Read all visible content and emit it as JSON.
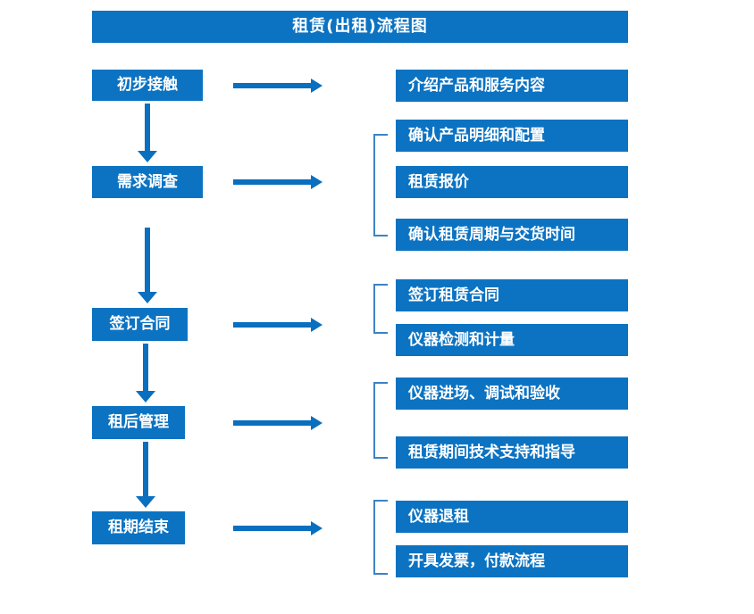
{
  "chart_data": {
    "type": "diagram",
    "title": "租赁(出租)流程图",
    "diagram_kind": "flowchart",
    "orientation": "vertical-main-with-horizontal-branches",
    "stages": [
      {
        "id": "stage-1",
        "label": "初步接触",
        "details": [
          "介绍产品和服务内容"
        ],
        "bracketed": false
      },
      {
        "id": "stage-2",
        "label": "需求调查",
        "details": [
          "确认产品明细和配置",
          "租赁报价",
          "确认租赁周期与交货时间"
        ],
        "bracketed": true
      },
      {
        "id": "stage-3",
        "label": "签订合同",
        "details": [
          "签订租赁合同",
          "仪器检测和计量"
        ],
        "bracketed": true
      },
      {
        "id": "stage-4",
        "label": "租后管理",
        "details": [
          "仪器进场、调试和验收",
          "租赁期间技术支持和指导"
        ],
        "bracketed": true
      },
      {
        "id": "stage-5",
        "label": "租期结束",
        "details": [
          "仪器退租",
          "开具发票，付款流程"
        ],
        "bracketed": true
      }
    ],
    "connectors": {
      "vertical_count": 4,
      "horizontal_count": 5,
      "bracket_count": 4
    },
    "colors": {
      "box_fill": "#0C73C2",
      "box_text": "#FFFFFF",
      "title_fill": "#0C73C2",
      "arrow": "#0A6FBF",
      "bracket": "#3D82C4",
      "background": "#FFFFFF"
    }
  },
  "header": {
    "title": "租赁(出租)流程图"
  },
  "flow": {
    "stage_labels": {
      "s1": "初步接触",
      "s2": "需求调查",
      "s3": "签订合同",
      "s4": "租后管理",
      "s5": "租期结束"
    },
    "detail_labels": {
      "d1": "介绍产品和服务内容",
      "d2": "确认产品明细和配置",
      "d3": "租赁报价",
      "d4": "确认租赁周期与交货时间",
      "d5": "签订租赁合同",
      "d6": "仪器检测和计量",
      "d7": "仪器进场、调试和验收",
      "d8": "租赁期间技术支持和指导",
      "d9": "仪器退租",
      "d10": "开具发票，付款流程"
    }
  }
}
